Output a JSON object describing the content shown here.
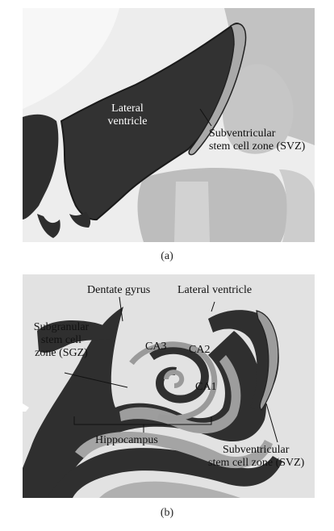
{
  "panel_a": {
    "labels": {
      "lateral_ventricle_1": "Lateral",
      "lateral_ventricle_2": "ventricle",
      "svz_1": "Subventricular",
      "svz_2": "stem cell zone (SVZ)"
    },
    "caption": "(a)"
  },
  "panel_b": {
    "labels": {
      "dentate_gyrus": "Dentate gyrus",
      "lateral_ventricle": "Lateral ventricle",
      "sgz_1": "Subgranular",
      "sgz_2": "stem cell",
      "sgz_3": "zone (SGZ)",
      "ca3": "CA3",
      "ca2": "CA2",
      "ca1": "CA1",
      "hippocampus": "Hippocampus",
      "svz_1": "Subventricular",
      "svz_2": "stem cell zone (SVZ)"
    },
    "caption": "(b)"
  }
}
